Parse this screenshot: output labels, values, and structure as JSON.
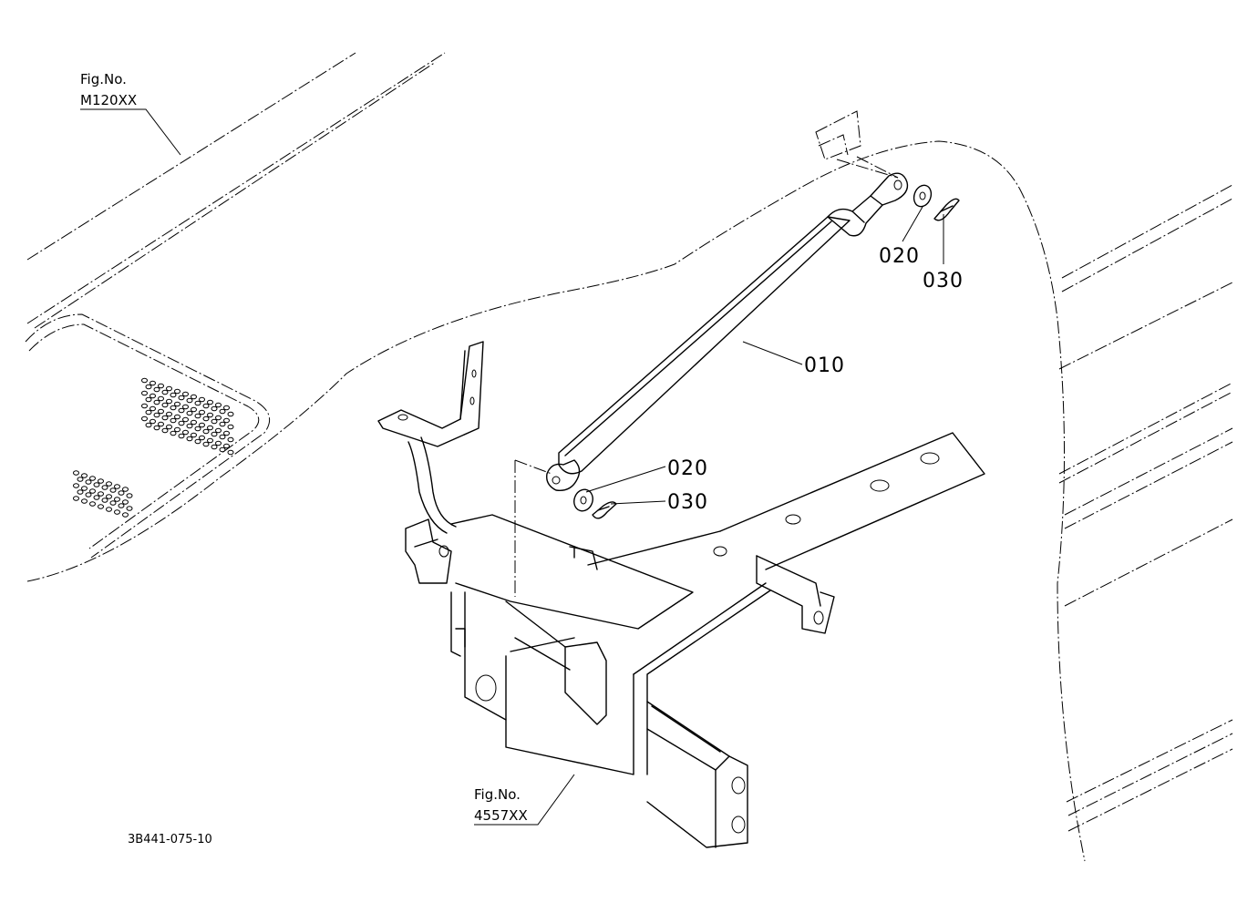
{
  "callouts": {
    "part_010": "010",
    "part_020_upper": "020",
    "part_030_upper": "030",
    "part_020_lower": "020",
    "part_030_lower": "030"
  },
  "figure_refs": {
    "upper": {
      "prefix": "Fig.No.",
      "code": "M120XX"
    },
    "lower": {
      "prefix": "Fig.No.",
      "code": "4557XX"
    }
  },
  "drawing_number": "3B441-075-10",
  "colors": {
    "ink": "#000000",
    "paper": "#ffffff"
  }
}
